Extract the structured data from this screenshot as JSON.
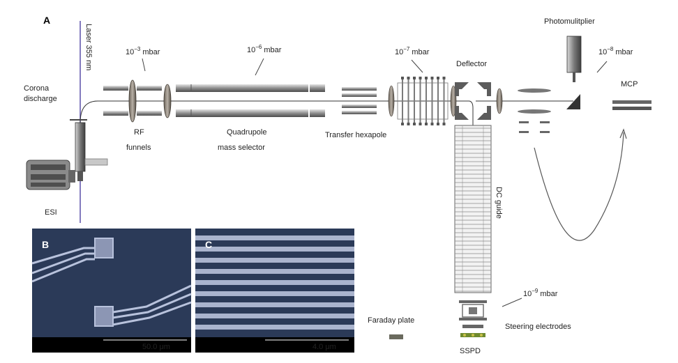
{
  "panels": {
    "a": "A",
    "b": "B",
    "c": "C"
  },
  "labels": {
    "laser": "Laser 355 nm",
    "corona_1": "Corona",
    "corona_2": "discharge",
    "esi": "ESI",
    "rf_1": "RF",
    "rf_2": "funnels",
    "quad_1": "Quadrupole",
    "quad_2": "mass selector",
    "hexapole": "Transfer hexapole",
    "deflector": "Deflector",
    "photomultiplier": "Photomulitplier",
    "mcp": "MCP",
    "dc_guide": "DC guide",
    "faraday": "Faraday plate",
    "steering": "Steering electrodes",
    "sspd": "SSPD"
  },
  "pressures": {
    "p1": {
      "base": "10",
      "exp": "−3",
      "unit": "mbar"
    },
    "p2": {
      "base": "10",
      "exp": "−6",
      "unit": "mbar"
    },
    "p3": {
      "base": "10",
      "exp": "−7",
      "unit": "mbar"
    },
    "p4": {
      "base": "10",
      "exp": "−8",
      "unit": "mbar"
    },
    "p5": {
      "base": "10",
      "exp": "−9",
      "unit": "mbar"
    }
  },
  "scalebars": {
    "b": "50.0 μm",
    "c": "4.0 μm"
  },
  "colors": {
    "laser": "#5a4fa8",
    "sspd": "#a8202a",
    "micrograph": "#2b3a58",
    "electrode": "#b8c2dc"
  }
}
